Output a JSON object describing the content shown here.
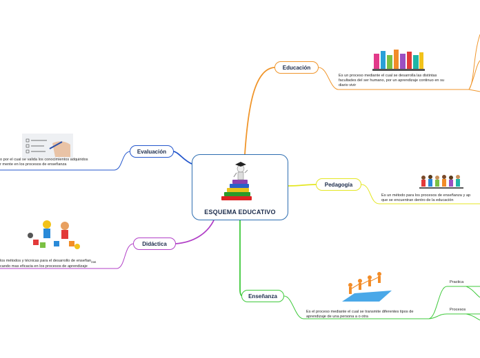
{
  "central": {
    "title": "ESQUEMA EDUCATIVO"
  },
  "branches": {
    "educacion": {
      "label": "Educación",
      "desc_line1": "Es un proceso mediante el cual se desarrolla las distintas",
      "desc_line2": "facultades del ser humano, por un aprendizaje continuo en su",
      "desc_line3": "diario vivir"
    },
    "evaluacion": {
      "label": "Evaluación",
      "desc_line1": "o por el cual se valida los conocimientos adquiridos",
      "desc_line2": "r mente en los procesos de enseñanza"
    },
    "pedagogia": {
      "label": "Pedagogía",
      "desc_line1": "Es un método para los procesos de enseñanza y ap",
      "desc_line2": "que se encuentran dentro de la educación"
    },
    "didactica": {
      "label": "Didáctica",
      "desc_line1": "los métodos y técnicas para el desarrollo  de enseñan",
      "desc_sup": "zas",
      "desc_line2": "cando mas eficacia en los procesos de aprendizaje"
    },
    "ensenanza": {
      "label": "Enseñanza",
      "desc_line1": "Es el proceso mediante el cual se transmite diferentes tipos de",
      "desc_line2": "aprendizaje  de una persona a o otra",
      "children": [
        "Practica",
        "Procesos"
      ]
    }
  },
  "colors": {
    "central_border": "#2b6cb0",
    "educacion": "#f0952a",
    "evaluacion": "#2255cc",
    "pedagogia": "#e4e620",
    "didactica": "#b13fc7",
    "ensenanza": "#3ec93a",
    "desc_line": "#1e5fd8"
  },
  "icons": [
    "graduate-books-icon",
    "classroom-silhouettes-icon",
    "checklist-hand-icon",
    "kids-line-icon",
    "kids-toys-icon",
    "puzzle-people-icon"
  ]
}
